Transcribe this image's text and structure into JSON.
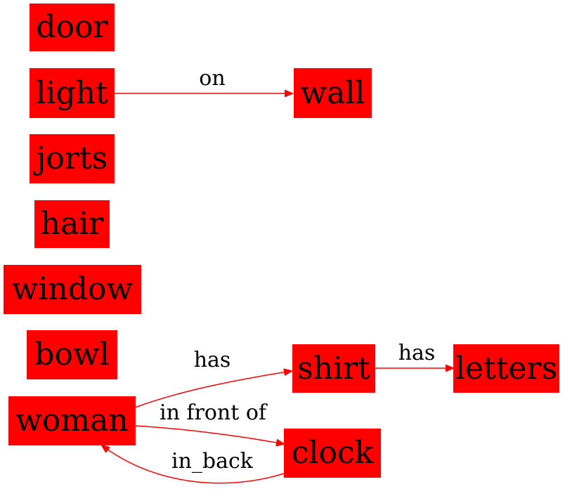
{
  "graph": {
    "nodes": [
      {
        "id": "door",
        "label": "door"
      },
      {
        "id": "light",
        "label": "light"
      },
      {
        "id": "wall",
        "label": "wall"
      },
      {
        "id": "jorts",
        "label": "jorts"
      },
      {
        "id": "hair",
        "label": "hair"
      },
      {
        "id": "window",
        "label": "window"
      },
      {
        "id": "bowl",
        "label": "bowl"
      },
      {
        "id": "shirt",
        "label": "shirt"
      },
      {
        "id": "letters",
        "label": "letters"
      },
      {
        "id": "woman",
        "label": "woman"
      },
      {
        "id": "clock",
        "label": "clock"
      }
    ],
    "edges": [
      {
        "id": "light-wall",
        "from": "light",
        "to": "wall",
        "label": "on"
      },
      {
        "id": "woman-shirt",
        "from": "woman",
        "to": "shirt",
        "label": "has"
      },
      {
        "id": "shirt-letters",
        "from": "shirt",
        "to": "letters",
        "label": "has"
      },
      {
        "id": "woman-clock",
        "from": "woman",
        "to": "clock",
        "label": "in front of"
      },
      {
        "id": "clock-woman",
        "from": "clock",
        "to": "woman",
        "label": "in_back"
      }
    ],
    "colors": {
      "node_fill": "#ff0000",
      "edge": "#ff0000",
      "text": "#000000"
    }
  }
}
